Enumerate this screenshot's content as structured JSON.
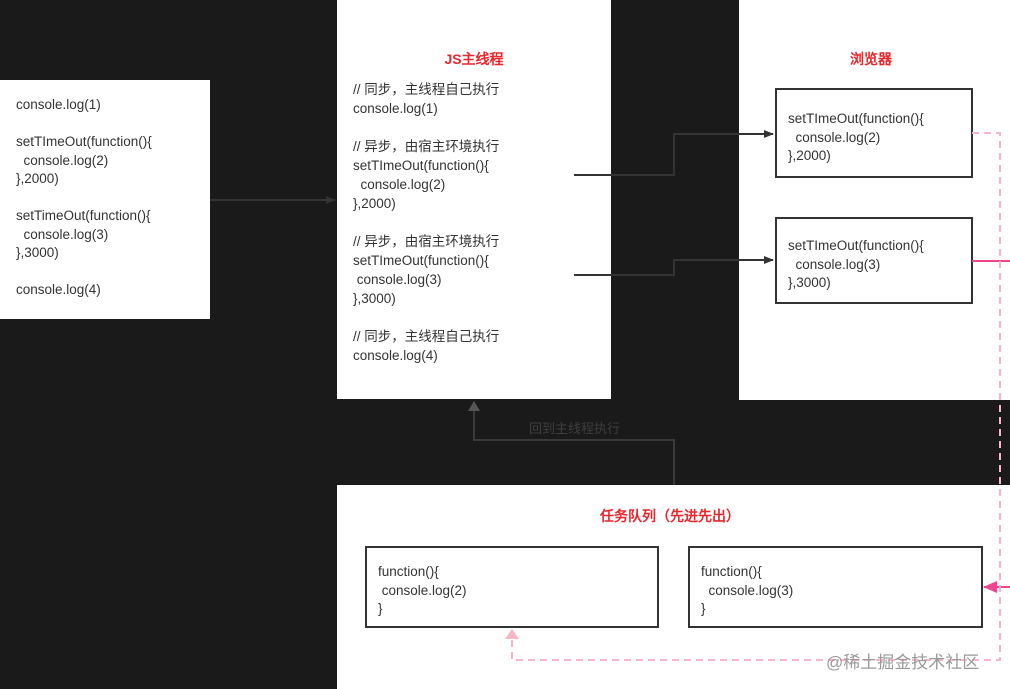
{
  "source_box": {
    "lines": [
      "console.log(1)",
      "",
      "setTImeOut(function(){",
      "  console.log(2)",
      "},2000)",
      "",
      "setTimeOut(function(){",
      "  console.log(3)",
      "},3000)",
      "",
      "console.log(4)"
    ]
  },
  "main_thread": {
    "title": "JS主线程",
    "lines": [
      "// 同步，主线程自己执行",
      "console.log(1)",
      "",
      "// 异步，由宿主环境执行",
      "setTImeOut(function(){",
      "  console.log(2)",
      "},2000)",
      "",
      "// 异步，由宿主环境执行",
      "setTImeOut(function(){",
      " console.log(3)",
      "},3000)",
      "",
      "// 同步，主线程自己执行",
      "console.log(4)"
    ]
  },
  "browser": {
    "title": "浏览器",
    "timer1": [
      "setTImeOut(function(){",
      "  console.log(2)",
      "},2000)"
    ],
    "timer2": [
      "setTImeOut(function(){",
      "  console.log(3)",
      "},3000)"
    ]
  },
  "task_queue": {
    "title": "任务队列（先进先出）",
    "task1": [
      "function(){",
      " console.log(2)",
      "}"
    ],
    "task2": [
      "function(){",
      "  console.log(3)",
      "}"
    ]
  },
  "return_label": "回到主线程执行",
  "watermark": "@稀土掘金技术社区",
  "colors": {
    "background": "#1a1a1a",
    "title": "#e8262d",
    "pink_arrow": "#f0458f",
    "pink_dashed": "#f7b6c8",
    "arrow": "#333333"
  }
}
